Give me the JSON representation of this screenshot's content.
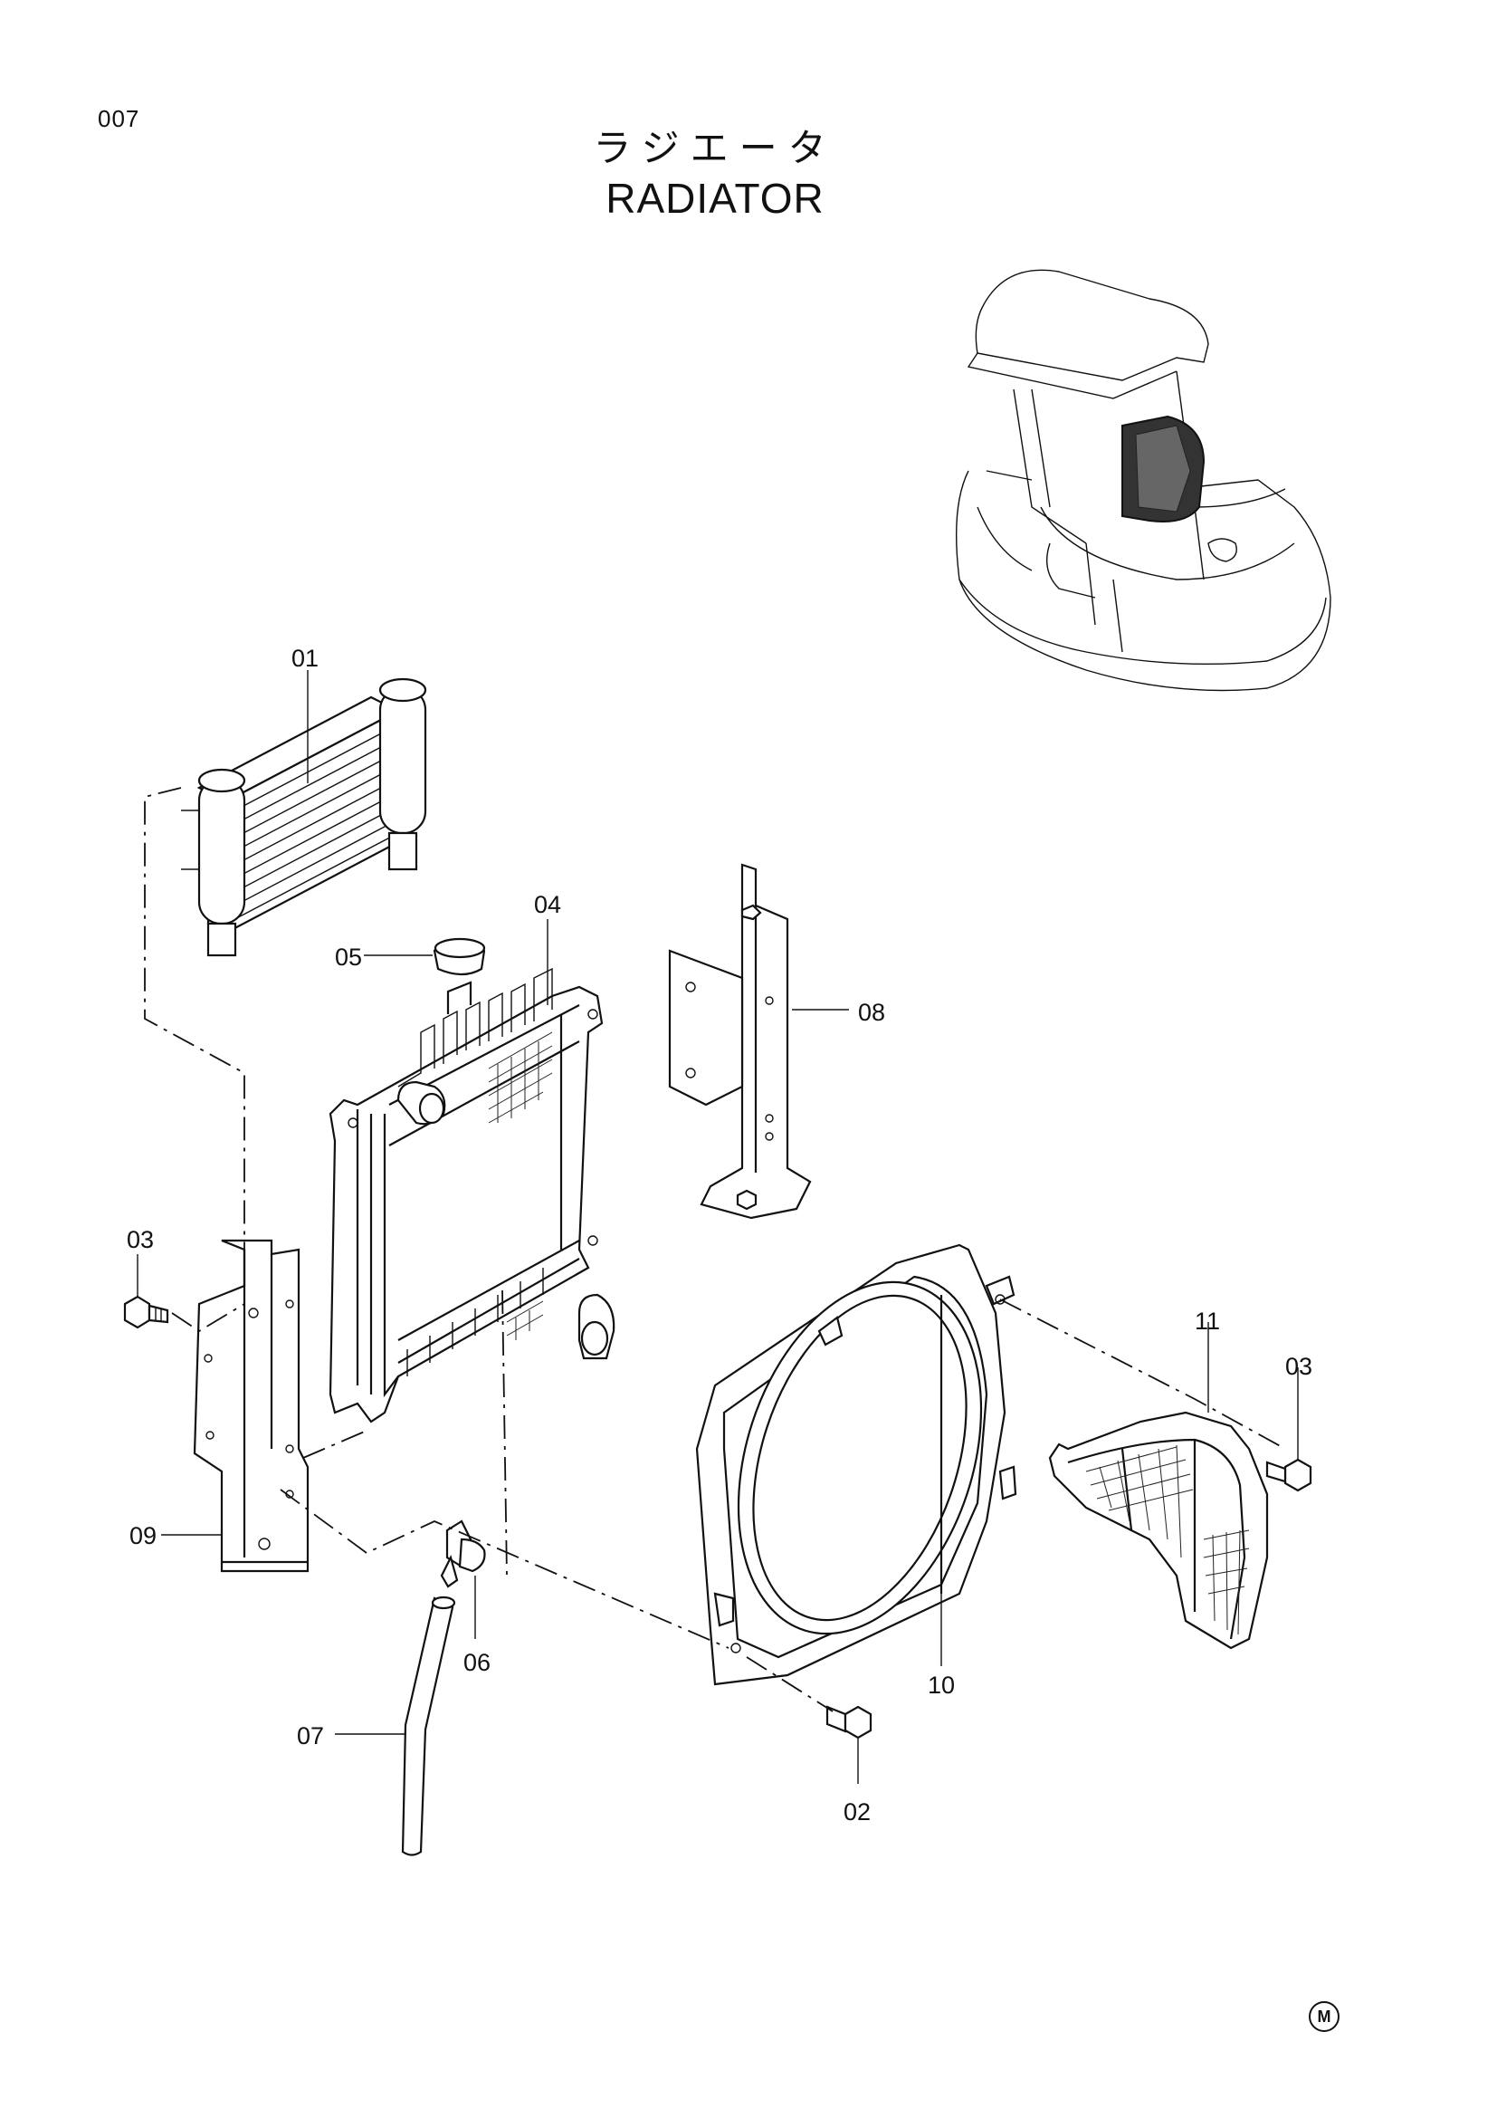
{
  "header": {
    "page_number": "007",
    "title_jp": "ラジエータ",
    "title_en": "RADIATOR"
  },
  "callouts": {
    "c01": "01",
    "c02": "02",
    "c03a": "03",
    "c03b": "03",
    "c04": "04",
    "c05": "05",
    "c06": "06",
    "c07": "07",
    "c08": "08",
    "c09": "09",
    "c10": "10",
    "c11": "11"
  },
  "footer": {
    "mark": "M"
  }
}
